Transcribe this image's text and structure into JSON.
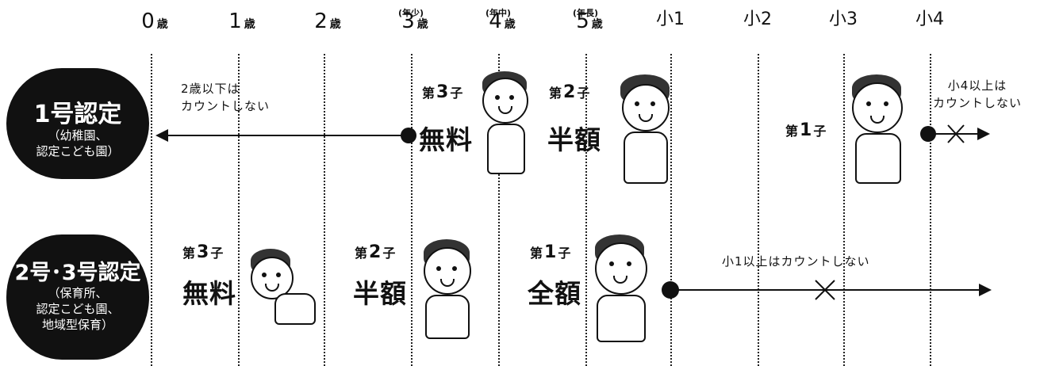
{
  "ages": [
    {
      "num": "0",
      "unit": "歳",
      "stage": ""
    },
    {
      "num": "1",
      "unit": "歳",
      "stage": ""
    },
    {
      "num": "2",
      "unit": "歳",
      "stage": ""
    },
    {
      "num": "3",
      "unit": "歳",
      "stage": "(年少)"
    },
    {
      "num": "4",
      "unit": "歳",
      "stage": "(年中)"
    },
    {
      "num": "5",
      "unit": "歳",
      "stage": "(年長)"
    },
    {
      "num": "小1",
      "unit": "",
      "stage": ""
    },
    {
      "num": "小2",
      "unit": "",
      "stage": ""
    },
    {
      "num": "小3",
      "unit": "",
      "stage": ""
    },
    {
      "num": "小4",
      "unit": "",
      "stage": ""
    }
  ],
  "row1": {
    "title": "1号認定",
    "sub1": "（幼稚園、",
    "sub2": "認定こども園）",
    "note_left_1": "2歳以下は",
    "note_left_2": "カウントしない",
    "note_right_1": "小4以上は",
    "note_right_2": "カウントしない",
    "child_third_prefix": "第",
    "child_third_num": "3",
    "child_third_suffix": "子",
    "fee_third": "無料",
    "child_second_prefix": "第",
    "child_second_num": "2",
    "child_second_suffix": "子",
    "fee_second": "半額",
    "child_first_prefix": "第",
    "child_first_num": "1",
    "child_first_suffix": "子"
  },
  "row2": {
    "title": "2号･3号認定",
    "sub1": "（保育所、",
    "sub2": "認定こども園、",
    "sub3": "地域型保育）",
    "child_third_prefix": "第",
    "child_third_num": "3",
    "child_third_suffix": "子",
    "fee_third": "無料",
    "child_second_prefix": "第",
    "child_second_num": "2",
    "child_second_suffix": "子",
    "fee_second": "半額",
    "child_first_prefix": "第",
    "child_first_num": "1",
    "child_first_suffix": "子",
    "fee_first": "全額",
    "note_right": "小1以上はカウントしない"
  }
}
